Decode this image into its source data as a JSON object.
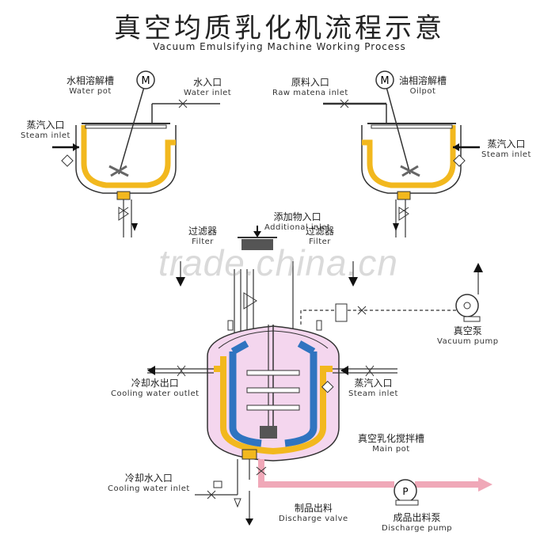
{
  "title": {
    "cn": "真空均质乳化机流程示意",
    "en": "Vacuum Emulsifying Machine Working Process"
  },
  "labels": {
    "water_pot": {
      "cn": "水相溶解槽",
      "en": "Water pot"
    },
    "water_inlet": {
      "cn": "水入口",
      "en": "Water inlet"
    },
    "raw_material_inlet": {
      "cn": "原料入口",
      "en": "Raw matena inlet"
    },
    "oil_pot": {
      "cn": "油相溶解槽",
      "en": "Oilpot"
    },
    "steam_inlet_left": {
      "cn": "蒸汽入口",
      "en": "Steam inlet"
    },
    "steam_inlet_right": {
      "cn": "蒸汽入口",
      "en": "Steam inlet"
    },
    "additional_inlet": {
      "cn": "添加物入口",
      "en": "Additional inlet"
    },
    "filter_left": {
      "cn": "过滤器",
      "en": "Filter"
    },
    "filter_right": {
      "cn": "过滤器",
      "en": "Filter"
    },
    "vacuum_pump": {
      "cn": "真空泵",
      "en": "Vacuum pump"
    },
    "cooling_water_outlet": {
      "cn": "冷却水出口",
      "en": "Cooling water outlet"
    },
    "steam_inlet_main": {
      "cn": "蒸汽入口",
      "en": "Steam inlet"
    },
    "main_pot": {
      "cn": "真空乳化搅拌槽",
      "en": "Main pot"
    },
    "cooling_water_inlet": {
      "cn": "冷却水入口",
      "en": "Cooling water inlet"
    },
    "discharge_valve": {
      "cn": "制品出料",
      "en": "Discharge valve"
    },
    "discharge_pump": {
      "cn": "成品出料泵",
      "en": "Discharge pump"
    }
  },
  "motor_symbol": "M",
  "pump_symbol": "P",
  "watermark": "trade.china.cn",
  "colors": {
    "jacket": "#f2b81e",
    "main_fill": "#f4d6ee",
    "agitator": "#2f74c0",
    "pipe_out": "#f0a8b8",
    "line": "#333333"
  }
}
